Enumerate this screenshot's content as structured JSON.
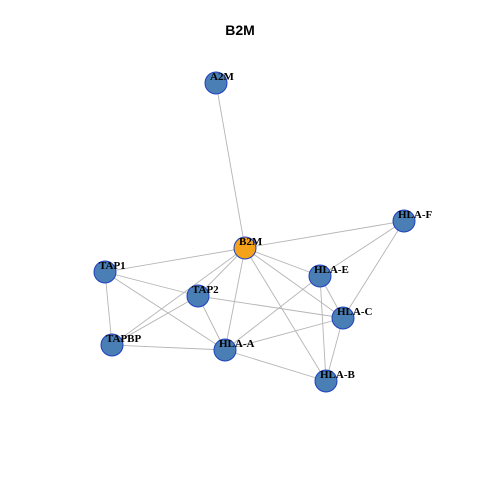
{
  "title": "B2M",
  "colors": {
    "center_fill": "#f5a21b",
    "node_fill": "#4a7fb5",
    "node_stroke": "#1f3fbf",
    "edge": "#b5b5b5"
  },
  "nodes": [
    {
      "id": "A2M",
      "label": "A2M",
      "center": false
    },
    {
      "id": "B2M",
      "label": "B2M",
      "center": true
    },
    {
      "id": "HLA-F",
      "label": "HLA-F",
      "center": false
    },
    {
      "id": "TAP1",
      "label": "TAP1",
      "center": false
    },
    {
      "id": "HLA-E",
      "label": "HLA-E",
      "center": false
    },
    {
      "id": "TAP2",
      "label": "TAP2",
      "center": false
    },
    {
      "id": "HLA-C",
      "label": "HLA-C",
      "center": false
    },
    {
      "id": "TAPBP",
      "label": "TAPBP",
      "center": false
    },
    {
      "id": "HLA-A",
      "label": "HLA-A",
      "center": false
    },
    {
      "id": "HLA-B",
      "label": "HLA-B",
      "center": false
    }
  ],
  "edges": [
    [
      "A2M",
      "B2M"
    ],
    [
      "B2M",
      "HLA-F"
    ],
    [
      "B2M",
      "TAP1"
    ],
    [
      "B2M",
      "HLA-E"
    ],
    [
      "B2M",
      "TAP2"
    ],
    [
      "B2M",
      "HLA-C"
    ],
    [
      "B2M",
      "TAPBP"
    ],
    [
      "B2M",
      "HLA-A"
    ],
    [
      "B2M",
      "HLA-B"
    ],
    [
      "HLA-F",
      "HLA-E"
    ],
    [
      "HLA-F",
      "HLA-C"
    ],
    [
      "TAP1",
      "TAP2"
    ],
    [
      "TAP1",
      "TAPBP"
    ],
    [
      "TAP1",
      "HLA-A"
    ],
    [
      "TAP2",
      "TAPBP"
    ],
    [
      "TAP2",
      "HLA-A"
    ],
    [
      "TAP2",
      "HLA-C"
    ],
    [
      "HLA-E",
      "HLA-A"
    ],
    [
      "HLA-E",
      "HLA-B"
    ],
    [
      "HLA-E",
      "HLA-C"
    ],
    [
      "TAPBP",
      "HLA-A"
    ],
    [
      "HLA-A",
      "HLA-B"
    ],
    [
      "HLA-A",
      "HLA-C"
    ],
    [
      "HLA-C",
      "HLA-B"
    ]
  ]
}
